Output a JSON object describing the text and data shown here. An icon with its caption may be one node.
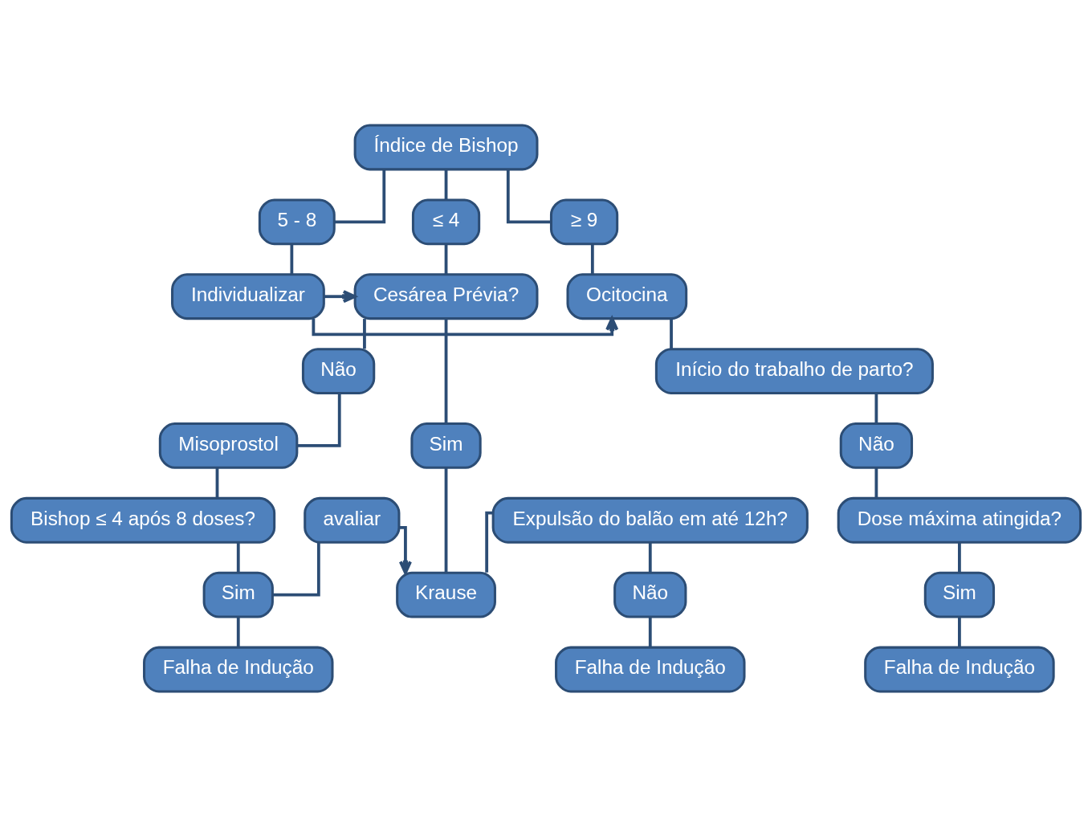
{
  "diagram": {
    "nodes": [
      {
        "text": [
          "Índice de Bishop"
        ]
      },
      {
        "text": [
          "≤ 4"
        ]
      },
      {
        "text": [
          "5 - 8"
        ]
      },
      {
        "text": [
          "≥ 9"
        ]
      },
      {
        "text": [
          "Cesárea Prévia?"
        ]
      },
      {
        "text": [
          "Individualizar"
        ]
      },
      {
        "text": [
          "Ocitocina"
        ]
      },
      {
        "text": [
          "Não"
        ]
      },
      {
        "text": [
          "Sim"
        ]
      },
      {
        "text": [
          "Início do trabalho de parto?"
        ]
      },
      {
        "text": [
          "Misoprostol"
        ]
      },
      {
        "text": [
          "Krause"
        ]
      },
      {
        "text": [
          "Não"
        ]
      },
      {
        "text": [
          "Bishop ≤ 4 após 8 doses?"
        ]
      },
      {
        "text": [
          "avaliar"
        ]
      },
      {
        "text": [
          "Expulsão do balão em até 12h?"
        ]
      },
      {
        "text": [
          "Dose máxima atingida?"
        ]
      },
      {
        "text": [
          "Sim"
        ]
      },
      {
        "text": [
          "Não"
        ]
      },
      {
        "text": [
          "Sim"
        ]
      },
      {
        "text": [
          "Falha de Indução"
        ]
      },
      {
        "text": [
          "Falha de Indução"
        ]
      },
      {
        "text": [
          "Falha de Indução"
        ]
      }
    ],
    "edges": [
      {
        "from": 0,
        "to": 1,
        "arrow": "none"
      },
      {
        "from": 0,
        "to": 2,
        "arrow": "none"
      },
      {
        "from": 0,
        "to": 3,
        "arrow": "none"
      },
      {
        "from": 1,
        "to": 4,
        "arrow": "none"
      },
      {
        "from": 2,
        "to": 5,
        "arrow": "none"
      },
      {
        "from": 3,
        "to": 6,
        "arrow": "none"
      },
      {
        "from": 5,
        "to": 4,
        "arrow": "to"
      },
      {
        "from": 5,
        "to": 6,
        "arrow": "to"
      },
      {
        "from": 4,
        "to": 7,
        "arrow": "none"
      },
      {
        "from": 4,
        "to": 8,
        "arrow": "none"
      },
      {
        "from": 6,
        "to": 9,
        "arrow": "none"
      },
      {
        "from": 7,
        "to": 10,
        "arrow": "none"
      },
      {
        "from": 8,
        "to": 11,
        "arrow": "none"
      },
      {
        "from": 9,
        "to": 12,
        "arrow": "none"
      },
      {
        "from": 10,
        "to": 13,
        "arrow": "none"
      },
      {
        "from": 11,
        "to": 15,
        "arrow": "none"
      },
      {
        "from": 12,
        "to": 16,
        "arrow": "none"
      },
      {
        "from": 13,
        "to": 17,
        "arrow": "none"
      },
      {
        "from": 15,
        "to": 18,
        "arrow": "none"
      },
      {
        "from": 16,
        "to": 19,
        "arrow": "none"
      },
      {
        "from": 17,
        "to": 20,
        "arrow": "none"
      },
      {
        "from": 18,
        "to": 21,
        "arrow": "none"
      },
      {
        "from": 19,
        "to": 22,
        "arrow": "none"
      },
      {
        "from": 17,
        "to": 14,
        "arrow": "none"
      },
      {
        "from": 14,
        "to": 11,
        "arrow": "to"
      }
    ]
  }
}
